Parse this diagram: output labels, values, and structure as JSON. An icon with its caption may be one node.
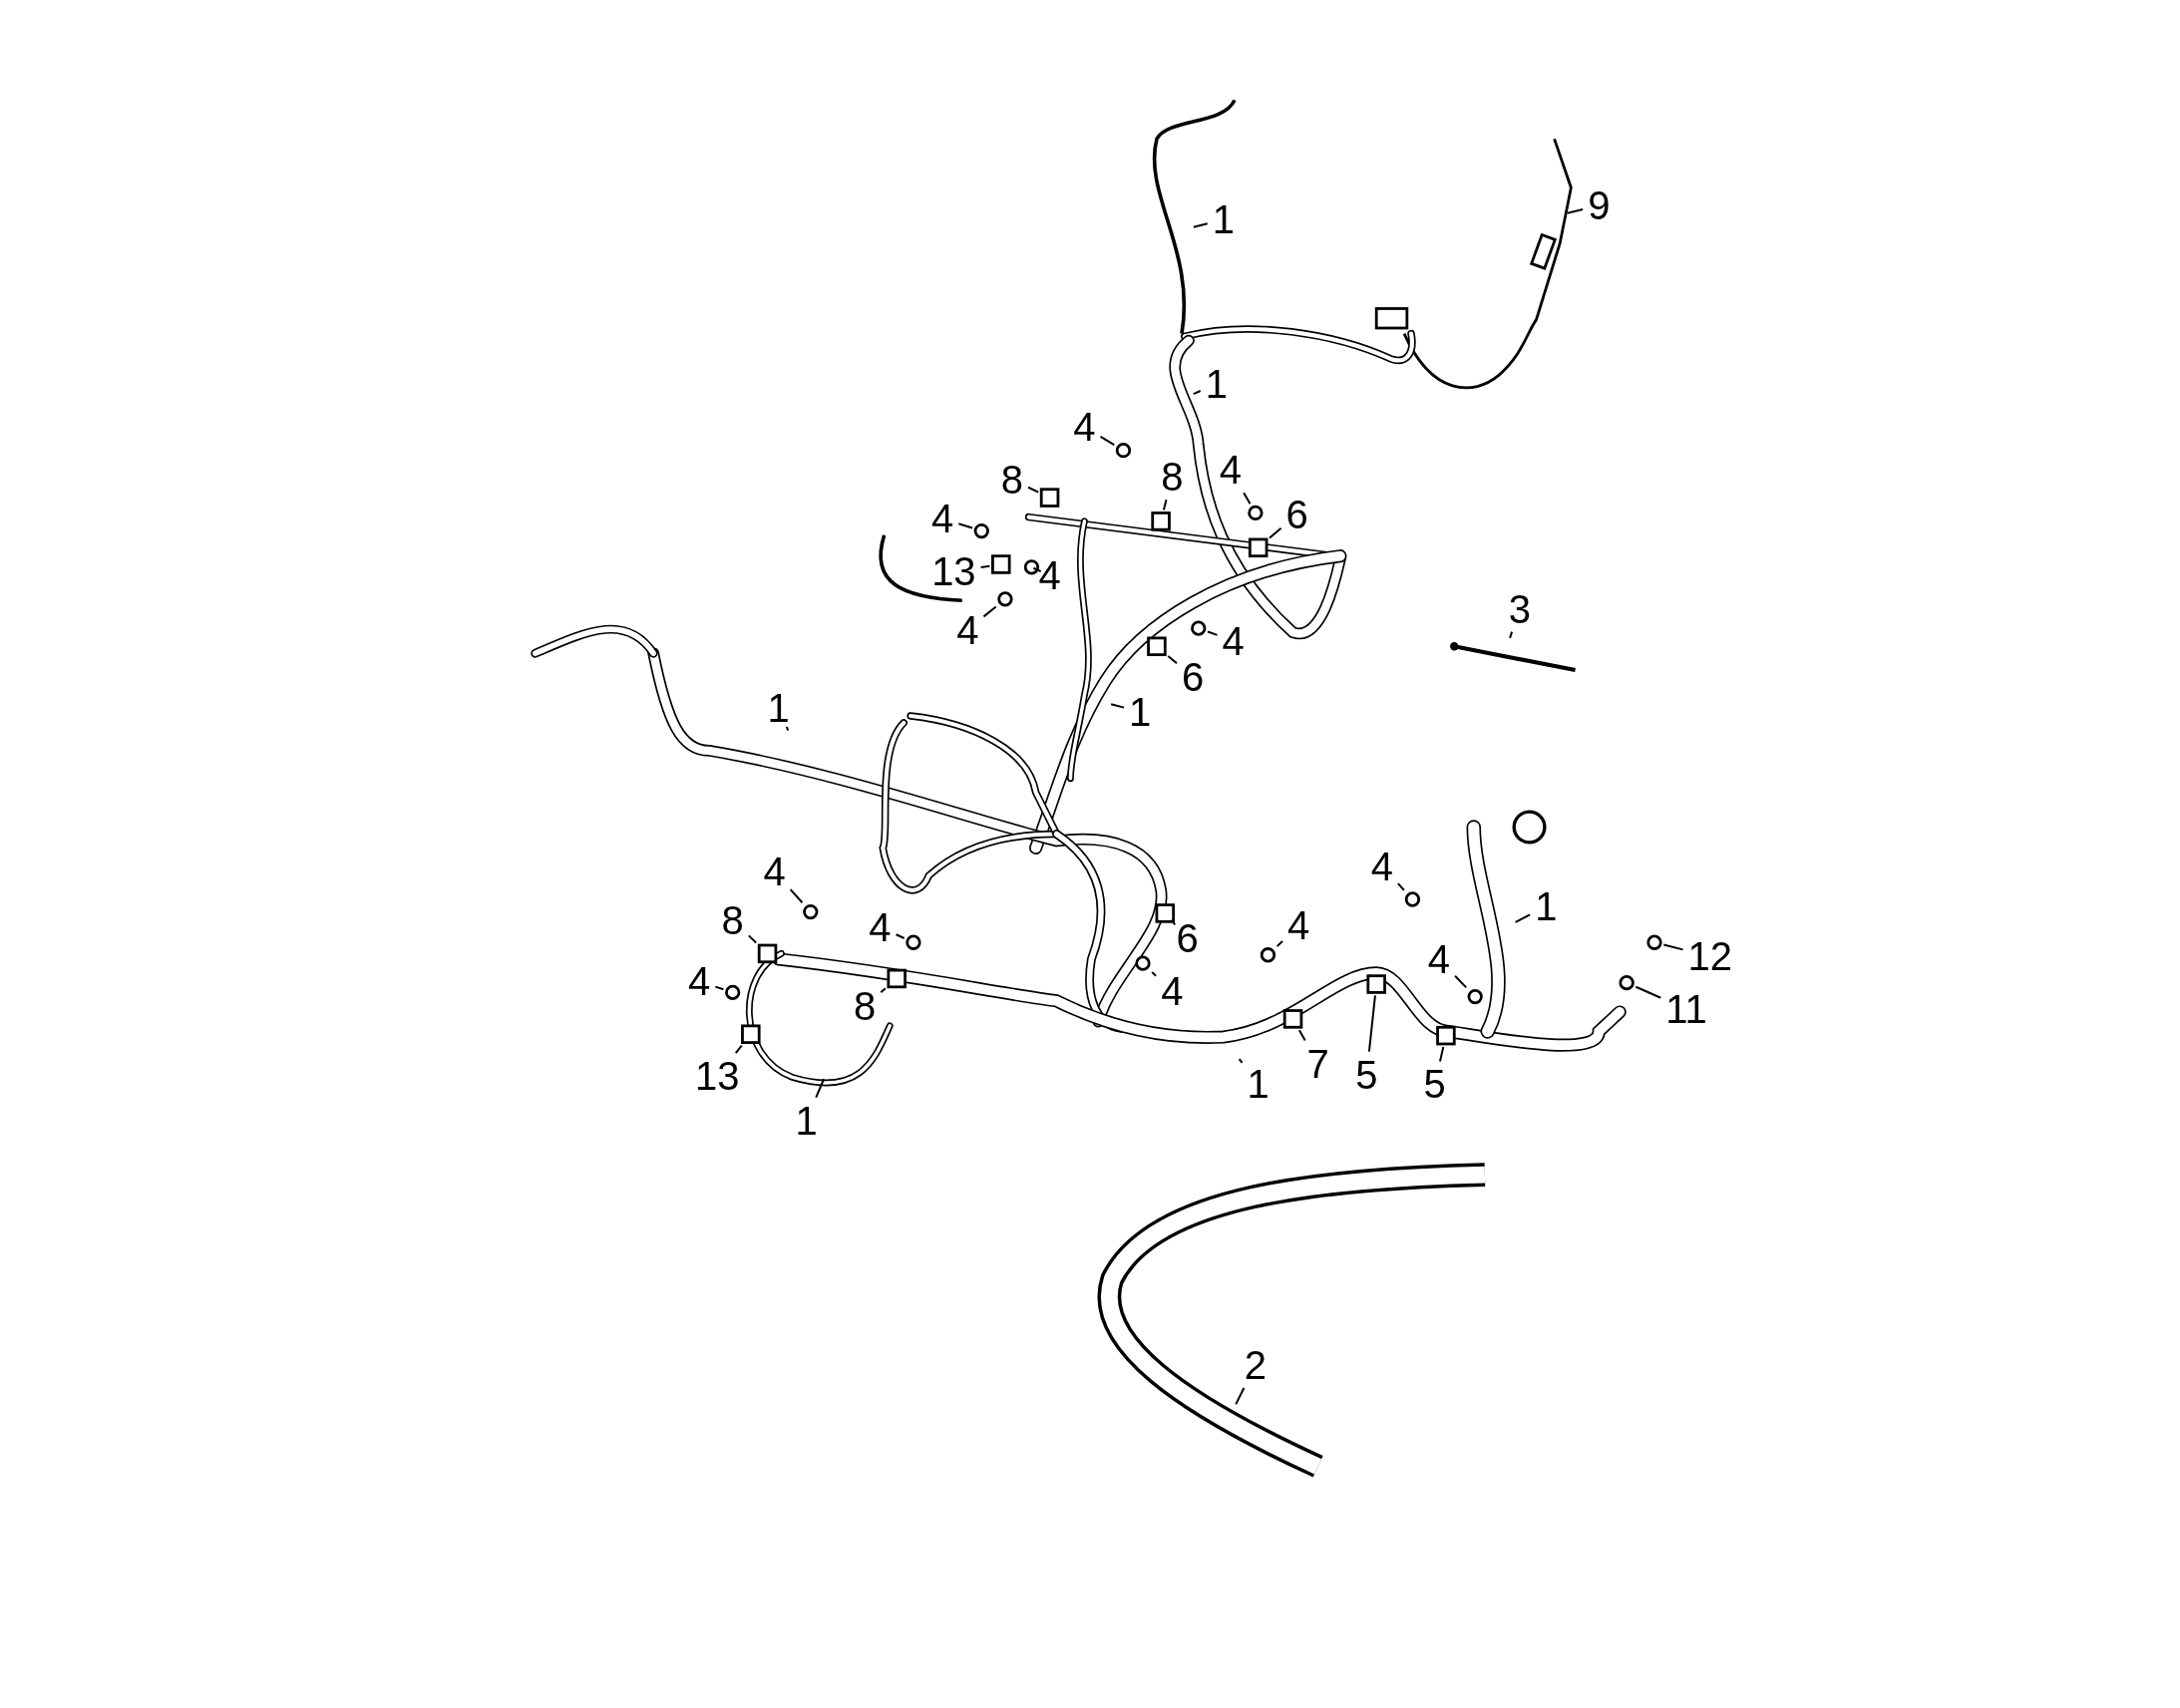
{
  "diagram": {
    "nodes": [
      {
        "text": [
          "1"
        ]
      },
      {
        "text": [
          "9"
        ]
      },
      {
        "text": [
          "1"
        ]
      },
      {
        "text": [
          "4"
        ]
      },
      {
        "text": [
          "8"
        ]
      },
      {
        "text": [
          "8"
        ]
      },
      {
        "text": [
          "4"
        ]
      },
      {
        "text": [
          "6"
        ]
      },
      {
        "text": [
          "4"
        ]
      },
      {
        "text": [
          "13"
        ]
      },
      {
        "text": [
          "4"
        ]
      },
      {
        "text": [
          "4"
        ]
      },
      {
        "text": [
          "3"
        ]
      },
      {
        "text": [
          "4"
        ]
      },
      {
        "text": [
          "6"
        ]
      },
      {
        "text": [
          "1"
        ]
      },
      {
        "text": [
          "1"
        ]
      },
      {
        "text": [
          "4"
        ]
      },
      {
        "text": [
          "8"
        ]
      },
      {
        "text": [
          "4"
        ]
      },
      {
        "text": [
          "6"
        ]
      },
      {
        "text": [
          "4"
        ]
      },
      {
        "text": [
          "4"
        ]
      },
      {
        "text": [
          "4"
        ]
      },
      {
        "text": [
          "8"
        ]
      },
      {
        "text": [
          "4"
        ]
      },
      {
        "text": [
          "1"
        ]
      },
      {
        "text": [
          "4"
        ]
      },
      {
        "text": [
          "12"
        ]
      },
      {
        "text": [
          "11"
        ]
      },
      {
        "text": [
          "13"
        ]
      },
      {
        "text": [
          "7"
        ]
      },
      {
        "text": [
          "5"
        ]
      },
      {
        "text": [
          "5"
        ]
      },
      {
        "text": [
          "1"
        ]
      },
      {
        "text": [
          "1"
        ]
      },
      {
        "text": [
          "2"
        ]
      },
      {
        "text": [],
        "shape": "circle"
      },
      {
        "text": [],
        "shape": "box"
      },
      {
        "text": [],
        "shape": "circle"
      },
      {
        "text": [],
        "shape": "box"
      },
      {
        "text": [],
        "shape": "circle"
      },
      {
        "text": [],
        "shape": "box"
      },
      {
        "text": [],
        "shape": "box"
      },
      {
        "text": [],
        "shape": "circle"
      },
      {
        "text": [],
        "shape": "circle"
      },
      {
        "text": [],
        "shape": "circle"
      },
      {
        "text": [],
        "shape": "box"
      },
      {
        "text": [],
        "shape": "circle"
      },
      {
        "text": [],
        "shape": "circle"
      },
      {
        "text": [],
        "shape": "box"
      },
      {
        "text": [],
        "shape": "circle"
      },
      {
        "text": [],
        "shape": "circle"
      },
      {
        "text": [],
        "shape": "box"
      },
      {
        "text": [],
        "shape": "circle"
      },
      {
        "text": [],
        "shape": "circle"
      },
      {
        "text": [],
        "shape": "box"
      },
      {
        "text": [],
        "shape": "circle"
      },
      {
        "text": [],
        "shape": "box"
      },
      {
        "text": [],
        "shape": "circle"
      },
      {
        "text": [],
        "shape": "circle"
      },
      {
        "text": [],
        "shape": "box"
      },
      {
        "text": [],
        "shape": "box"
      },
      {
        "text": [],
        "shape": "box"
      }
    ],
    "edges": [
      {
        "from": 0,
        "to": null,
        "arrow": "none"
      },
      {
        "from": 1,
        "to": null,
        "arrow": "none"
      },
      {
        "from": 2,
        "to": null,
        "arrow": "none"
      },
      {
        "from": 3,
        "to": 37,
        "arrow": "none"
      },
      {
        "from": 4,
        "to": 38,
        "arrow": "none"
      },
      {
        "from": 5,
        "to": 40,
        "arrow": "none"
      },
      {
        "from": 6,
        "to": 39,
        "arrow": "none"
      },
      {
        "from": 7,
        "to": 42,
        "arrow": "none"
      },
      {
        "from": 8,
        "to": 41,
        "arrow": "none"
      },
      {
        "from": 9,
        "to": 43,
        "arrow": "none"
      },
      {
        "from": 10,
        "to": 44,
        "arrow": "none"
      },
      {
        "from": 11,
        "to": 45,
        "arrow": "none"
      },
      {
        "from": 12,
        "to": null,
        "arrow": "none"
      },
      {
        "from": 13,
        "to": 46,
        "arrow": "none"
      },
      {
        "from": 14,
        "to": 47,
        "arrow": "none"
      },
      {
        "from": 15,
        "to": null,
        "arrow": "none"
      },
      {
        "from": 16,
        "to": null,
        "arrow": "none"
      },
      {
        "from": 17,
        "to": 48,
        "arrow": "none"
      },
      {
        "from": 18,
        "to": 53,
        "arrow": "none"
      },
      {
        "from": 19,
        "to": 51,
        "arrow": "none"
      },
      {
        "from": 20,
        "to": 50,
        "arrow": "none"
      },
      {
        "from": 21,
        "to": 49,
        "arrow": "none"
      },
      {
        "from": 22,
        "to": 54,
        "arrow": "none"
      },
      {
        "from": 23,
        "to": 60,
        "arrow": "none"
      },
      {
        "from": 24,
        "to": 56,
        "arrow": "none"
      },
      {
        "from": 25,
        "to": 55,
        "arrow": "none"
      },
      {
        "from": 26,
        "to": null,
        "arrow": "none"
      },
      {
        "from": 27,
        "to": 57,
        "arrow": "none"
      },
      {
        "from": 28,
        "to": 52,
        "arrow": "none"
      },
      {
        "from": 29,
        "to": 59,
        "arrow": "none"
      },
      {
        "from": 30,
        "to": 62,
        "arrow": "none"
      },
      {
        "from": 31,
        "to": 61,
        "arrow": "none"
      },
      {
        "from": 32,
        "to": 58,
        "arrow": "none"
      },
      {
        "from": 33,
        "to": 63,
        "arrow": "none"
      },
      {
        "from": 34,
        "to": null,
        "arrow": "none"
      },
      {
        "from": 35,
        "to": null,
        "arrow": "none"
      },
      {
        "from": 36,
        "to": null,
        "arrow": "none"
      }
    ]
  }
}
